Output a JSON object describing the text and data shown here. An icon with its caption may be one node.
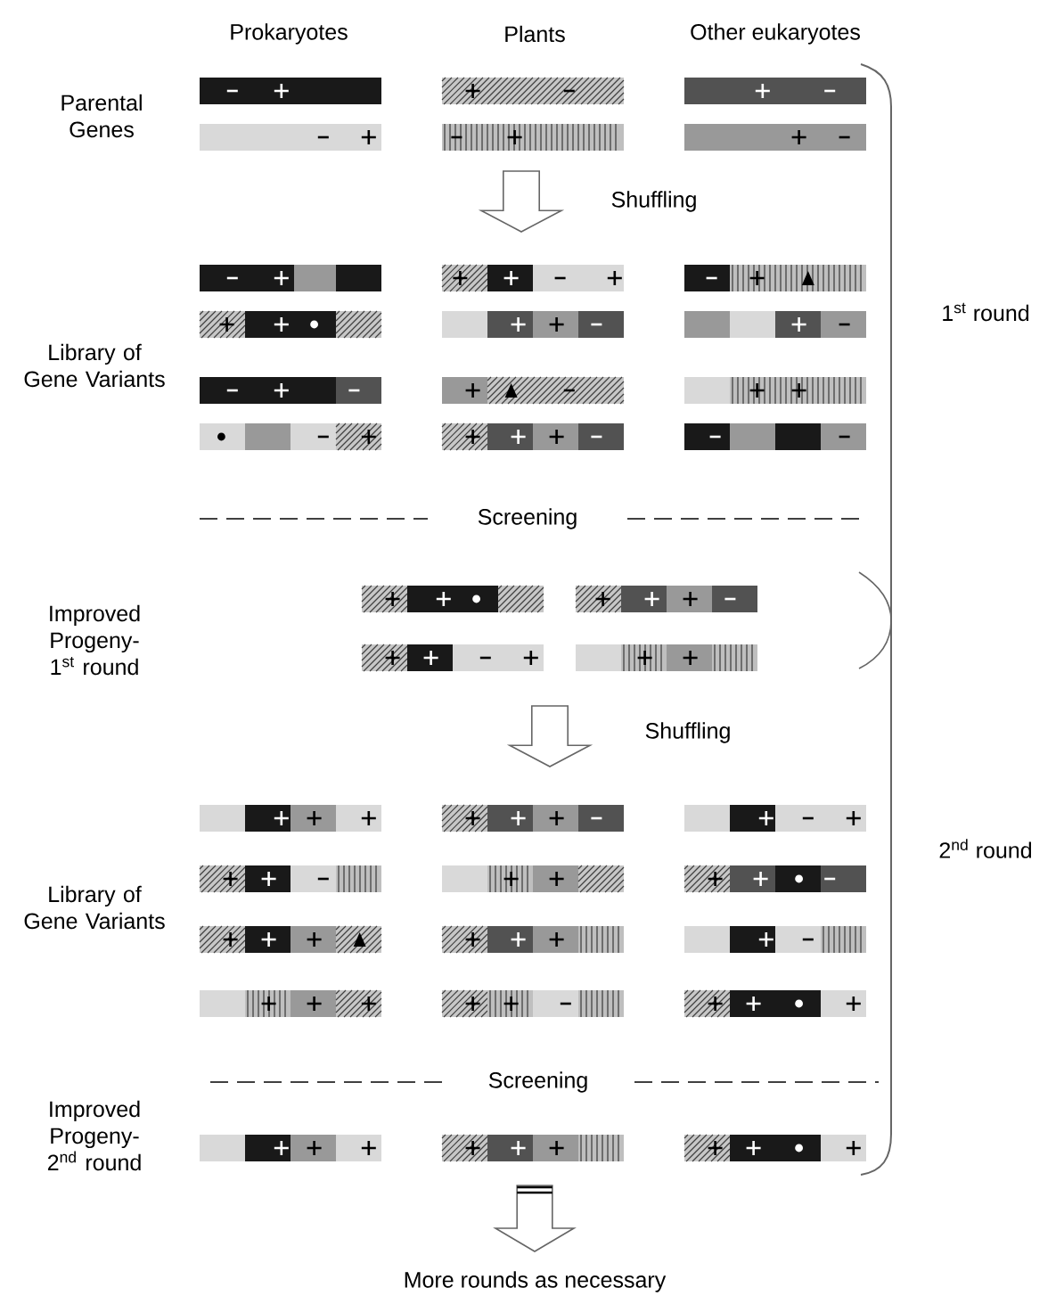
{
  "diagram": {
    "labels": [
      "Prokaryotes",
      "Plants",
      "Other eukaryotes",
      "Parental Genes",
      "Shuffling",
      "1$^{st}$ round",
      "Library of Gene Variants",
      "Screening",
      "Improved Progeny- 1$^{st}$ round",
      "Shuffling",
      "2$^{nd}$ round",
      "Library of Gene Variants",
      "Screening",
      "Improved Progeny- 2$^{nd}$ round",
      "More rounds as necessary"
    ]
  }
}
